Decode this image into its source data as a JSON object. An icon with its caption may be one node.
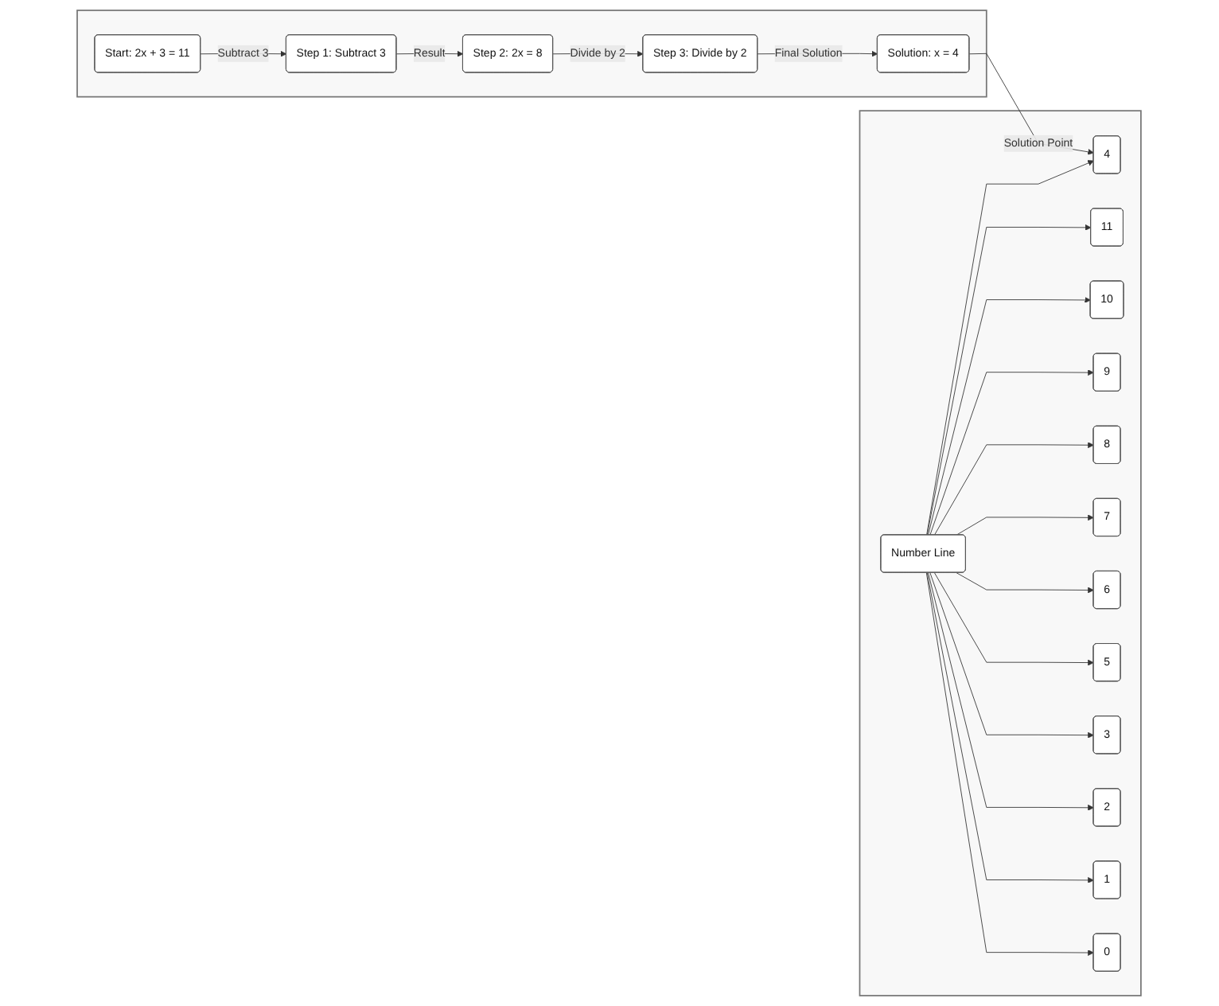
{
  "diagram": {
    "nodes": [
      {
        "text": [],
        "shape": "box"
      },
      {
        "text": [
          "Start: 2x + 3 = 11"
        ],
        "in": 0
      },
      {
        "text": [
          "Step 1: Subtract 3"
        ],
        "in": 0
      },
      {
        "text": [
          "Step 2: 2x = 8"
        ],
        "in": 0
      },
      {
        "text": [
          "Step 3: Divide by 2"
        ],
        "in": 0
      },
      {
        "text": [
          "Solution: x = 4"
        ],
        "in": 0
      },
      {
        "text": [],
        "shape": "box"
      },
      {
        "text": [
          "Number Line"
        ],
        "in": 6
      },
      {
        "text": [
          "4"
        ],
        "in": 6
      },
      {
        "text": [
          "11"
        ],
        "in": 6
      },
      {
        "text": [
          "10"
        ],
        "in": 6
      },
      {
        "text": [
          "9"
        ],
        "in": 6
      },
      {
        "text": [
          "8"
        ],
        "in": 6
      },
      {
        "text": [
          "7"
        ],
        "in": 6
      },
      {
        "text": [
          "6"
        ],
        "in": 6
      },
      {
        "text": [
          "5"
        ],
        "in": 6
      },
      {
        "text": [
          "3"
        ],
        "in": 6
      },
      {
        "text": [
          "2"
        ],
        "in": 6
      },
      {
        "text": [
          "1"
        ],
        "in": 6
      },
      {
        "text": [
          "0"
        ],
        "in": 6
      }
    ],
    "edges": [
      {
        "from": 1,
        "to": 2,
        "arrow": "to",
        "label": "Subtract 3"
      },
      {
        "from": 2,
        "to": 3,
        "arrow": "to",
        "label": "Result"
      },
      {
        "from": 3,
        "to": 4,
        "arrow": "to",
        "label": "Divide by 2"
      },
      {
        "from": 4,
        "to": 5,
        "arrow": "to",
        "label": "Final Solution"
      },
      {
        "from": 5,
        "to": 8,
        "arrow": "to",
        "label": "Solution Point"
      },
      {
        "from": 7,
        "to": 8,
        "arrow": "to"
      },
      {
        "from": 7,
        "to": 9,
        "arrow": "to"
      },
      {
        "from": 7,
        "to": 10,
        "arrow": "to"
      },
      {
        "from": 7,
        "to": 11,
        "arrow": "to"
      },
      {
        "from": 7,
        "to": 12,
        "arrow": "to"
      },
      {
        "from": 7,
        "to": 13,
        "arrow": "to"
      },
      {
        "from": 7,
        "to": 14,
        "arrow": "to"
      },
      {
        "from": 7,
        "to": 15,
        "arrow": "to"
      },
      {
        "from": 7,
        "to": 16,
        "arrow": "to"
      },
      {
        "from": 7,
        "to": 17,
        "arrow": "to"
      },
      {
        "from": 7,
        "to": 18,
        "arrow": "to"
      },
      {
        "from": 7,
        "to": 19,
        "arrow": "to"
      }
    ]
  }
}
